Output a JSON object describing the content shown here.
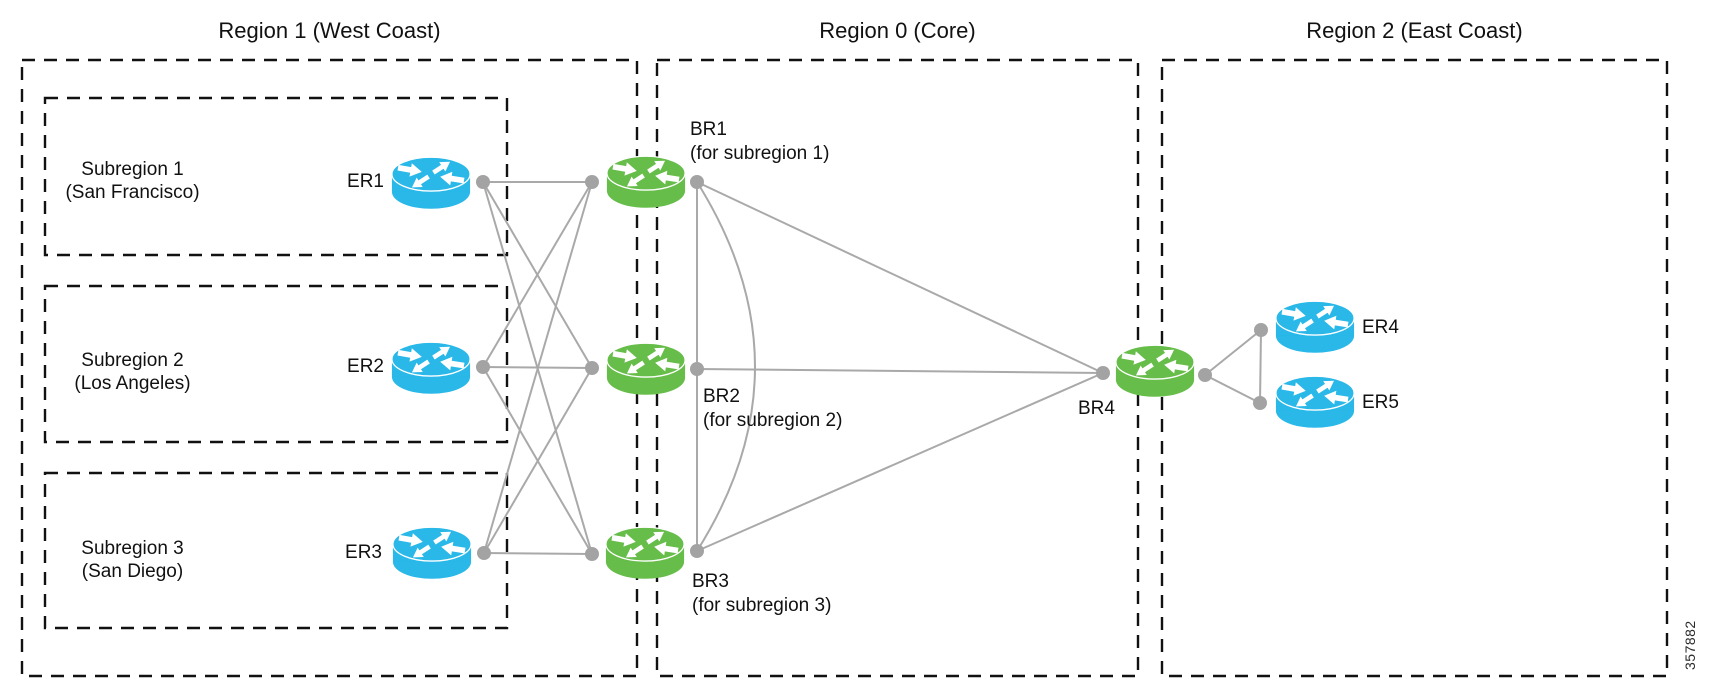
{
  "figure_number": "357882",
  "colors": {
    "edge_router": "#29b8e8",
    "border_router": "#67bd4a",
    "link_line": "#a9a9a9",
    "connection_dot": "#a3a3a3",
    "dashed_border": "#111111"
  },
  "regions": {
    "region1": {
      "title": "Region 1 (West Coast)",
      "routers": [
        "ER1",
        "ER2",
        "ER3"
      ]
    },
    "region0": {
      "title": "Region 0 (Core)",
      "routers": [
        "BR1",
        "BR2",
        "BR3",
        "BR4"
      ]
    },
    "region2": {
      "title": "Region 2 (East Coast)",
      "routers": [
        "ER4",
        "ER5"
      ]
    }
  },
  "subregions": {
    "sub1": {
      "name": "Subregion 1",
      "city": "(San Francisco)",
      "router": "ER1"
    },
    "sub2": {
      "name": "Subregion 2",
      "city": "(Los Angeles)",
      "router": "ER2"
    },
    "sub3": {
      "name": "Subregion 3",
      "city": "(San Diego)",
      "router": "ER3"
    }
  },
  "routers": {
    "er1": {
      "label": "ER1",
      "type": "edge-router"
    },
    "er2": {
      "label": "ER2",
      "type": "edge-router"
    },
    "er3": {
      "label": "ER3",
      "type": "edge-router"
    },
    "er4": {
      "label": "ER4",
      "type": "edge-router"
    },
    "er5": {
      "label": "ER5",
      "type": "edge-router"
    },
    "br1": {
      "label": "BR1",
      "sublabel": "(for subregion 1)",
      "type": "border-router"
    },
    "br2": {
      "label": "BR2",
      "sublabel": "(for subregion 2)",
      "type": "border-router"
    },
    "br3": {
      "label": "BR3",
      "sublabel": "(for subregion 3)",
      "type": "border-router"
    },
    "br4": {
      "label": "BR4",
      "type": "border-router"
    }
  },
  "links": [
    [
      "ER1",
      "BR1"
    ],
    [
      "ER1",
      "BR2"
    ],
    [
      "ER1",
      "BR3"
    ],
    [
      "ER2",
      "BR1"
    ],
    [
      "ER2",
      "BR2"
    ],
    [
      "ER2",
      "BR3"
    ],
    [
      "ER3",
      "BR1"
    ],
    [
      "ER3",
      "BR2"
    ],
    [
      "ER3",
      "BR3"
    ],
    [
      "BR1",
      "BR2"
    ],
    [
      "BR2",
      "BR3"
    ],
    [
      "BR1",
      "BR3"
    ],
    [
      "BR1",
      "BR4"
    ],
    [
      "BR2",
      "BR4"
    ],
    [
      "BR3",
      "BR4"
    ],
    [
      "BR4",
      "ER4"
    ],
    [
      "BR4",
      "ER5"
    ],
    [
      "ER4",
      "ER5"
    ]
  ]
}
